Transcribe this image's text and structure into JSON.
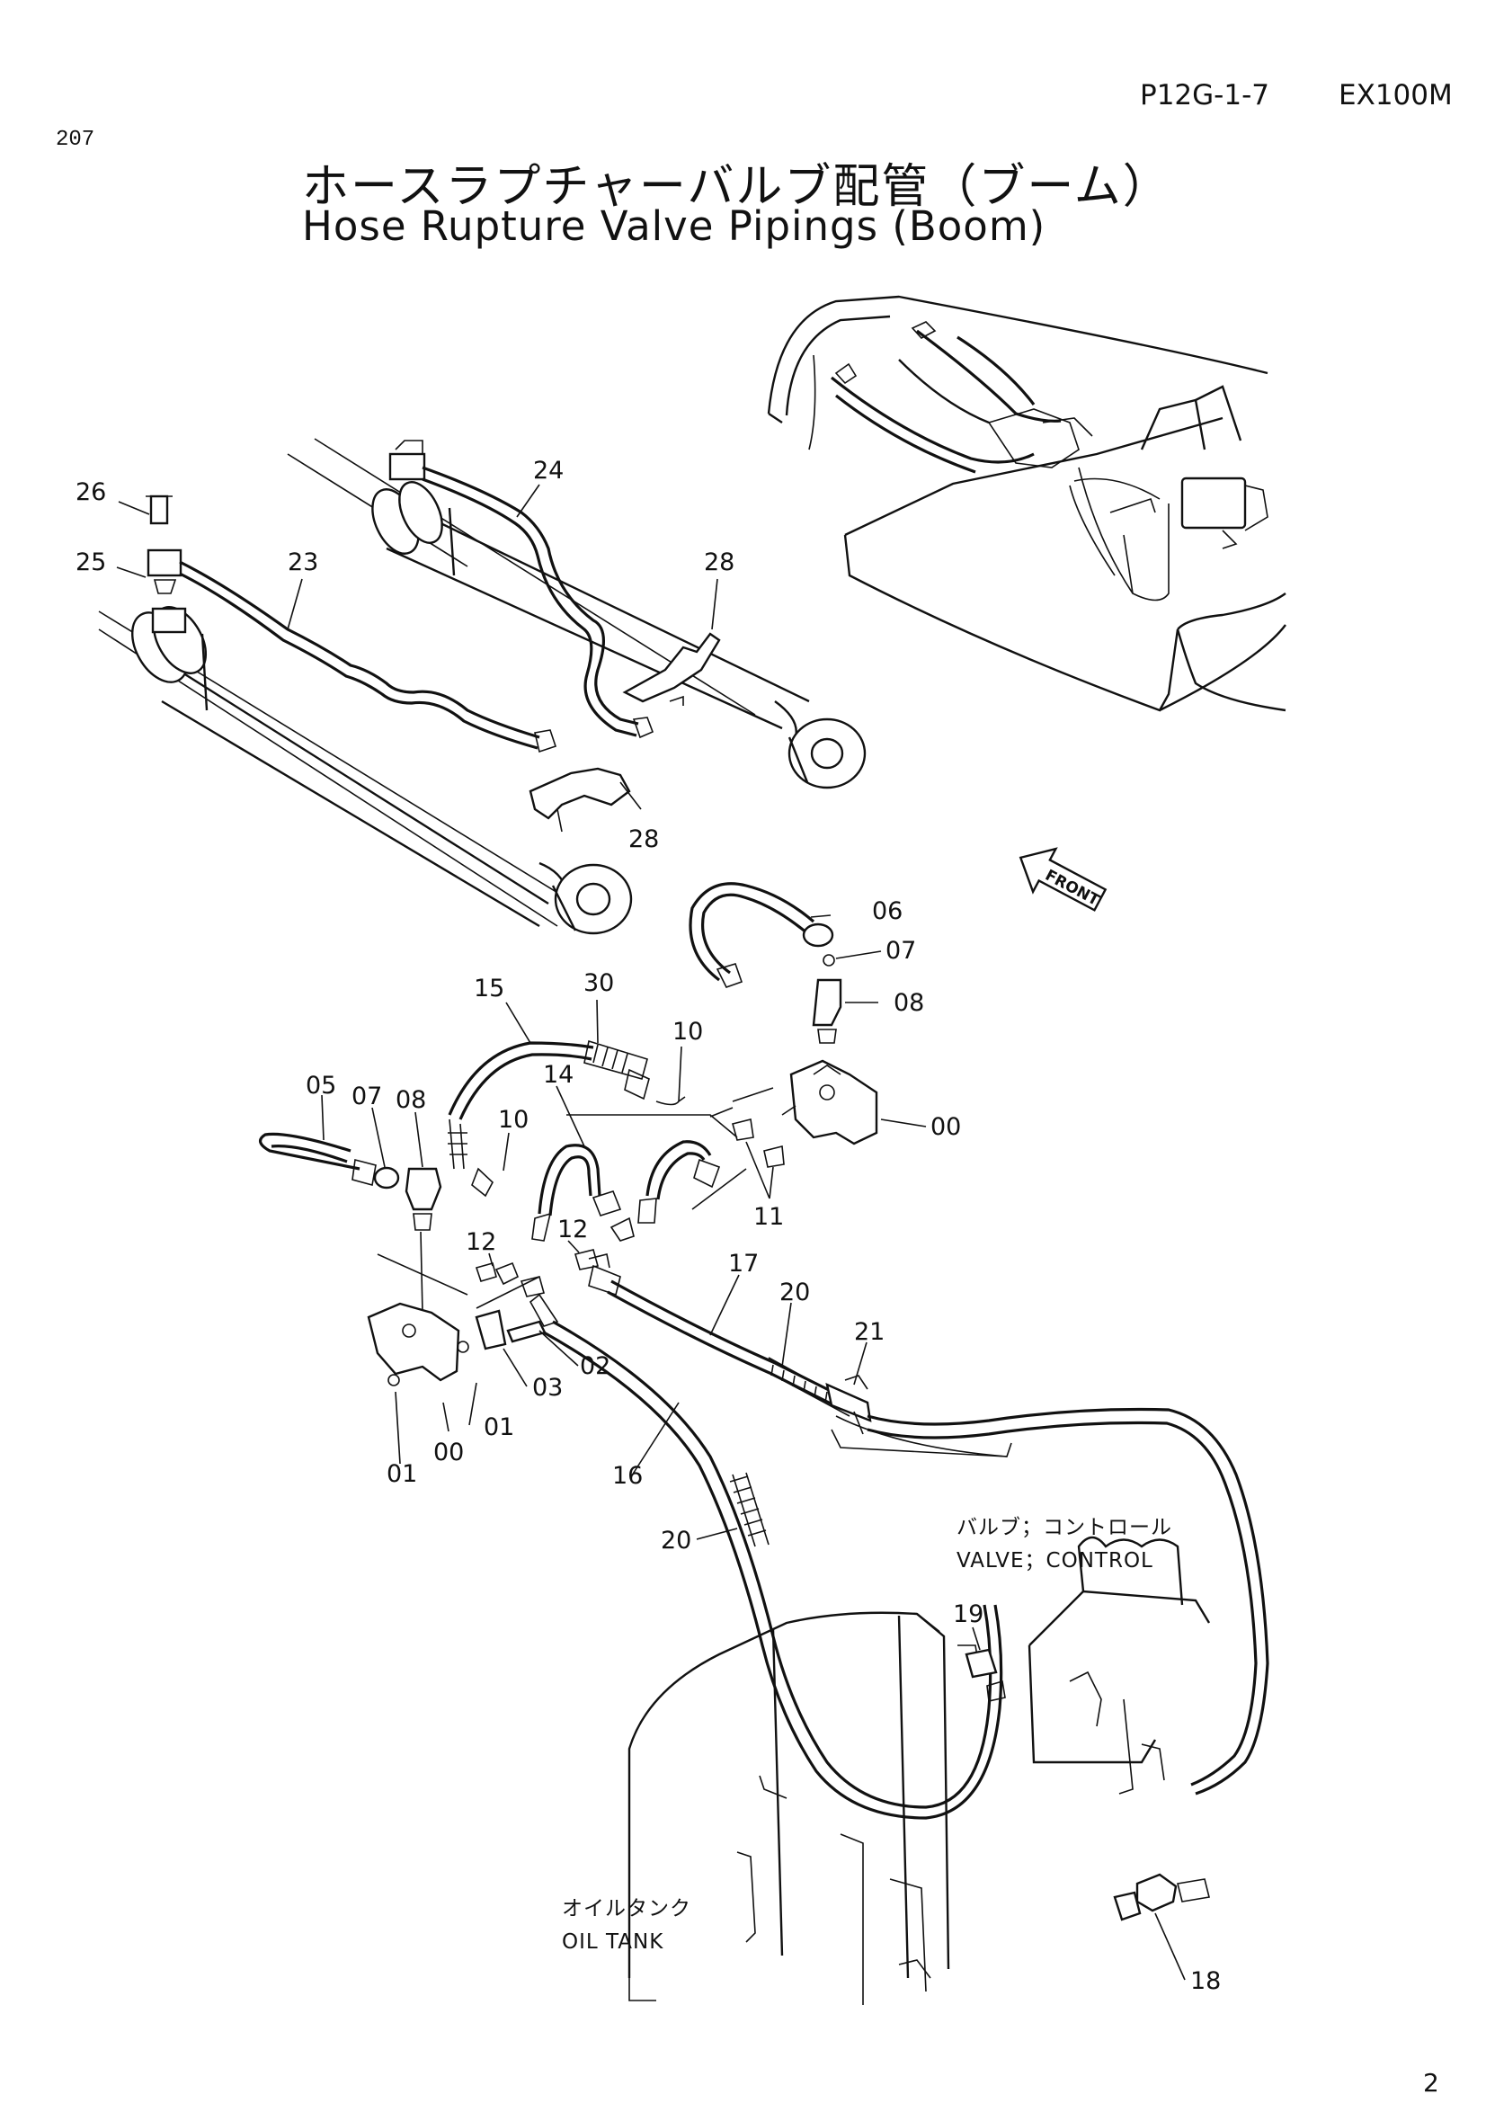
{
  "header": {
    "page_code": "P12G-1-7",
    "model": "EX100M"
  },
  "page_number": "207",
  "title": {
    "japanese": "ホースラプチャーバルブ配管（ブーム）",
    "english": "Hose Rupture Valve Pipings (Boom)"
  },
  "corner_mark": "2",
  "diagram": {
    "front_label": "FRONT",
    "callouts": [
      "26",
      "25",
      "23",
      "24",
      "28",
      "28",
      "15",
      "30",
      "10",
      "14",
      "05",
      "07",
      "08",
      "10",
      "06",
      "07",
      "08",
      "00",
      "11",
      "12",
      "12",
      "17",
      "20",
      "21",
      "02",
      "03",
      "01",
      "00",
      "01",
      "16",
      "20",
      "19",
      "18"
    ],
    "notes": {
      "control_valve_jp": "バルブ；コントロール",
      "control_valve_en": "VALVE；CONTROL",
      "oil_tank_jp": "オイルタンク",
      "oil_tank_en": "OIL  TANK"
    }
  }
}
